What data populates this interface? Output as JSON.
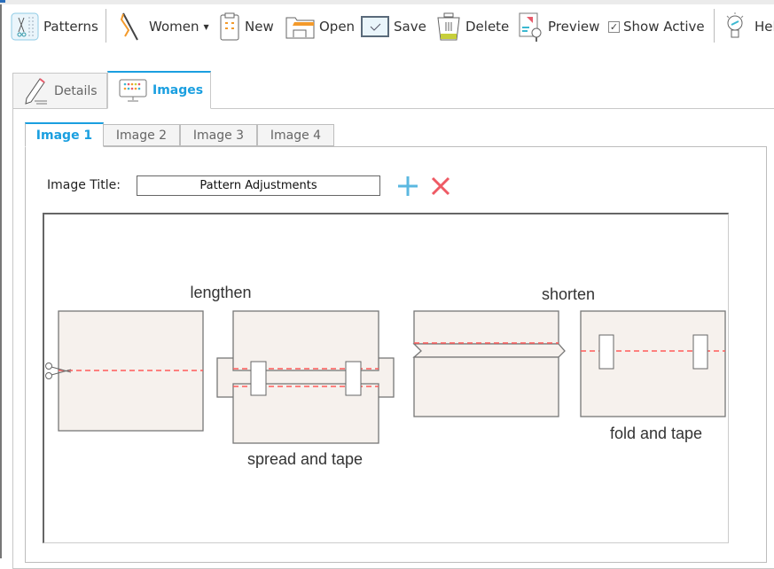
{
  "toolbar": {
    "patterns": "Patterns",
    "women": "Women",
    "new": "New",
    "open": "Open",
    "save": "Save",
    "delete": "Delete",
    "preview": "Preview",
    "show_active": "Show Active",
    "show_active_checked": true,
    "help": "Help"
  },
  "main_tabs": [
    {
      "label": "Details"
    },
    {
      "label": "Images",
      "active": true
    }
  ],
  "image_tabs": [
    {
      "label": "Image 1",
      "active": true
    },
    {
      "label": "Image 2"
    },
    {
      "label": "Image 3"
    },
    {
      "label": "Image 4"
    }
  ],
  "image_title": {
    "label": "Image Title:",
    "value": "Pattern Adjustments"
  },
  "image": {
    "lengthen": "lengthen",
    "spread": "spread and tape",
    "shorten": "shorten",
    "fold": "fold and tape"
  },
  "colors": {
    "accent": "#1a9fe0",
    "add": "#5bb8e0",
    "remove": "#ee5a64",
    "cut_line": "#ff4a4a",
    "paper": "#f6f1ed"
  }
}
